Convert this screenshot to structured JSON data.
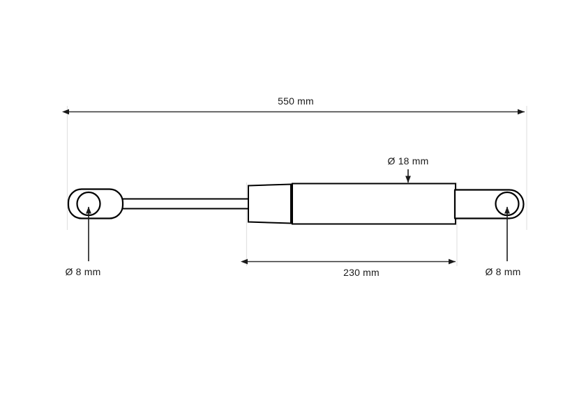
{
  "drawing": {
    "title": "gas-spring-dimension-drawing",
    "background_color": "#ffffff",
    "line_color": "#000000",
    "dimension_color": "#333333",
    "extension_line_color": "#e2e2e2",
    "text_color": "#1a1a1a",
    "dimensions": {
      "overall_length": {
        "label": "550 mm",
        "value": 550,
        "unit": "mm",
        "kind": "overall-length",
        "position": "top",
        "arrows": "both"
      },
      "body_length": {
        "label": "230 mm",
        "value": 230,
        "unit": "mm",
        "kind": "cylinder-body-length",
        "position": "bottom-center",
        "arrows": "both"
      },
      "body_diameter": {
        "label": "Ø 18 mm",
        "value": 18,
        "unit": "mm",
        "kind": "cylinder-diameter",
        "position": "top-right",
        "arrows": "down"
      },
      "eyelet_left_bore": {
        "label": "Ø 8 mm",
        "value": 8,
        "unit": "mm",
        "kind": "left-eyelet-bore-diameter",
        "position": "bottom-left",
        "arrows": "up"
      },
      "eyelet_right_bore": {
        "label": "Ø 8 mm",
        "value": 8,
        "unit": "mm",
        "kind": "right-eyelet-bore-diameter",
        "position": "bottom-right",
        "arrows": "up"
      }
    },
    "parts": [
      {
        "name": "left-eyelet",
        "type": "mounting-eye"
      },
      {
        "name": "piston-rod",
        "type": "rod"
      },
      {
        "name": "seal-cap",
        "type": "cylinder-end-cap"
      },
      {
        "name": "cylinder-body",
        "type": "pressure-tube"
      },
      {
        "name": "right-eyelet",
        "type": "mounting-eye"
      }
    ]
  }
}
